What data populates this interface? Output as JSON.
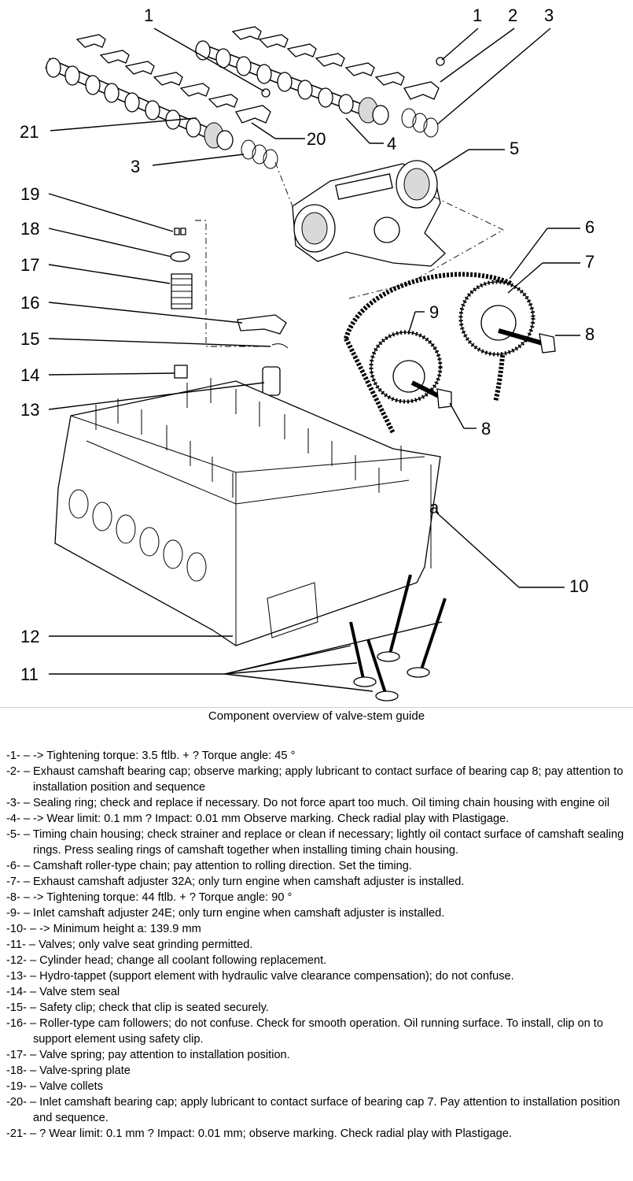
{
  "callouts": {
    "c1a": "1",
    "c1b": "1",
    "c2": "2",
    "c3a": "3",
    "c3b": "3",
    "c4": "4",
    "c5": "5",
    "c6": "6",
    "c7": "7",
    "c8a": "8",
    "c8b": "8",
    "c9": "9",
    "c10": "10",
    "c11": "11",
    "c12": "12",
    "c13": "13",
    "c14": "14",
    "c15": "15",
    "c16": "16",
    "c17": "17",
    "c18": "18",
    "c19": "19",
    "c20": "20",
    "c21": "21",
    "ca": "a"
  },
  "caption": "Component overview of valve-stem guide",
  "legend": [
    "-1- – -> Tightening torque: 3.5 ftlb. + ? Torque angle: 45 °",
    "-2- – Exhaust camshaft bearing cap; observe marking; apply lubricant to contact surface of bearing cap 8; pay attention to installation position and sequence",
    "-3- – Sealing ring; check and replace if necessary. Do not force apart too much. Oil timing chain housing with engine oil",
    "-4- – -> Wear limit: 0.1 mm ? Impact: 0.01 mm Observe marking. Check radial play with Plastigage.",
    "-5- – Timing chain housing; check strainer and replace or clean if necessary; lightly oil contact surface of camshaft sealing rings. Press sealing rings of camshaft together when installing timing chain housing.",
    "-6- – Camshaft roller-type chain; pay attention to rolling direction. Set the timing.",
    "-7- – Exhaust camshaft adjuster 32A; only turn engine when camshaft adjuster is installed.",
    "-8- – -> Tightening torque: 44 ftlb. + ? Torque angle: 90 °",
    "-9- – Inlet camshaft adjuster 24E; only turn engine when camshaft adjuster is installed.",
    "-10- – -> Minimum height a: 139.9 mm",
    "-11- – Valves; only valve seat grinding permitted.",
    "-12- – Cylinder head; change all coolant following replacement.",
    "-13- – Hydro-tappet (support element with hydraulic valve clearance compensation); do not confuse.",
    "-14- – Valve stem seal",
    "-15- – Safety clip; check that clip is seated securely.",
    "-16- – Roller-type cam followers; do not confuse. Check for smooth operation. Oil running surface. To install, clip on to support element using safety clip.",
    "-17- – Valve spring; pay attention to installation position.",
    "-18- – Valve-spring plate",
    "-19- – Valve collets",
    "-20- – Inlet camshaft bearing cap; apply lubricant to contact surface of bearing cap 7. Pay attention to installation position and sequence.",
    "-21- – ? Wear limit: 0.1 mm ? Impact: 0.01 mm; observe marking. Check radial play with Plastigage."
  ]
}
